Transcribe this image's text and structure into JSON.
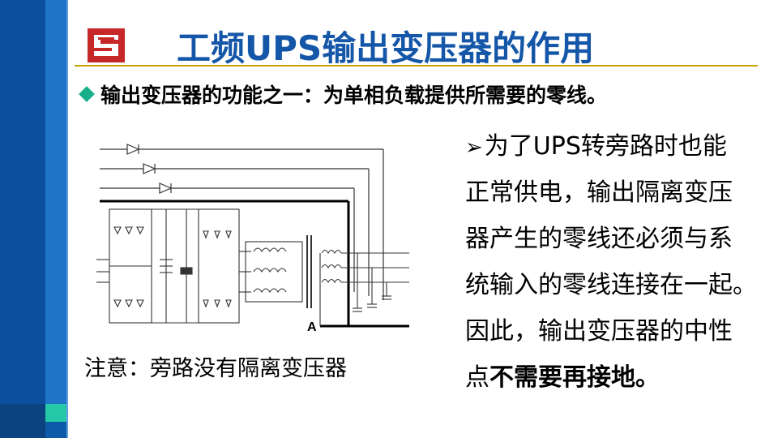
{
  "slide": {
    "title": "工频UPS输出变压器的作用",
    "bullet": "输出变压器的功能之一：为单相负载提供所需要的零线。",
    "caption": "注意：旁路没有隔离变压器",
    "diagram_label": "A",
    "right_lines": [
      "为了UPS转旁路时也能",
      "正常供电，输出隔离变压",
      "器产生的零线还必须与系",
      "统输入的零线连接在一起。",
      "因此，输出变压器的中性"
    ],
    "last_line_normal": "点",
    "last_line_bold": "不需要再接地。"
  },
  "colors": {
    "title": "#1456a8",
    "sidebar": "#0b4f9e",
    "rule": "#c9a400",
    "bullet_marker": "#18b08a",
    "logo": "#c62828"
  },
  "icons": {
    "logo": "company-logo",
    "bullet": "diamond-bullet-icon",
    "arrow": "arrow-right-icon"
  }
}
